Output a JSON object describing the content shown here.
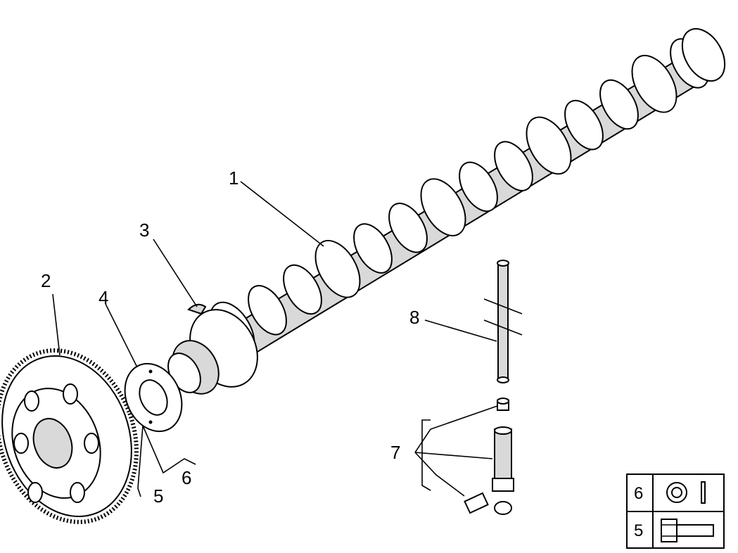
{
  "callouts": {
    "c1": "1",
    "c2": "2",
    "c3": "3",
    "c4": "4",
    "c5": "5",
    "c6": "6",
    "c7": "7",
    "c8": "8"
  },
  "legend": {
    "row_washer": "6",
    "row_bolt": "5"
  },
  "icons": {
    "washer": "washer-icon",
    "bolt": "bolt-icon"
  }
}
